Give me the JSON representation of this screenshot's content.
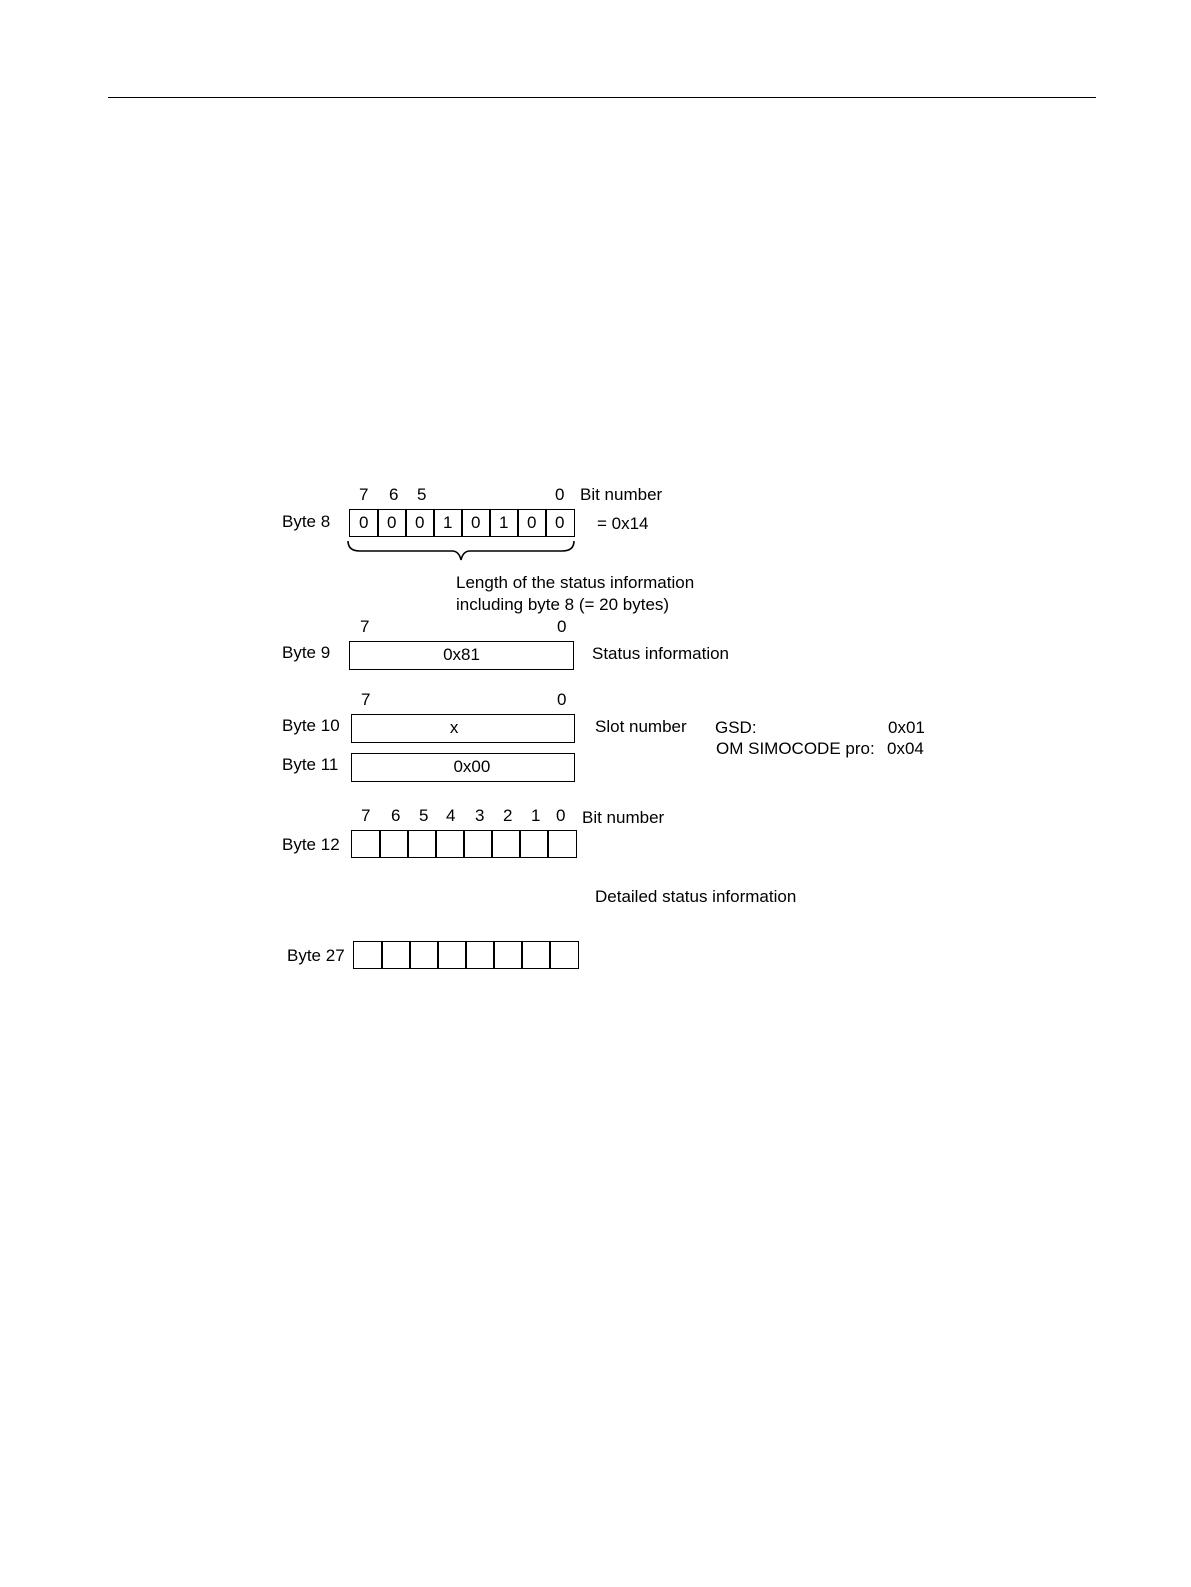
{
  "byte8": {
    "label": "Byte 8",
    "bit_numbers": [
      "7",
      "6",
      "5",
      "0"
    ],
    "bit_number_label": "Bit number",
    "bits": [
      "0",
      "0",
      "0",
      "1",
      "0",
      "1",
      "0",
      "0"
    ],
    "value": "= 0x14",
    "brace_line1": "Length of the status information",
    "brace_line2": "including byte 8 (= 20 bytes)"
  },
  "byte9": {
    "label": "Byte 9",
    "bit_high": "7",
    "bit_low": "0",
    "value": "0x81",
    "description": "Status information"
  },
  "byte10": {
    "label": "Byte 10",
    "bit_high": "7",
    "bit_low": "0",
    "value": "x",
    "description": "Slot number",
    "gsd_label": "GSD:",
    "gsd_value": "0x01",
    "om_label": "OM SIMOCODE pro:",
    "om_value": "0x04"
  },
  "byte11": {
    "label": "Byte 11",
    "value": "0x00"
  },
  "byte12": {
    "label": "Byte 12",
    "bit_numbers": [
      "7",
      "6",
      "5",
      "4",
      "3",
      "2",
      "1",
      "0"
    ],
    "bit_number_label": "Bit number",
    "description": "Detailed status information"
  },
  "byte27": {
    "label": "Byte 27"
  }
}
